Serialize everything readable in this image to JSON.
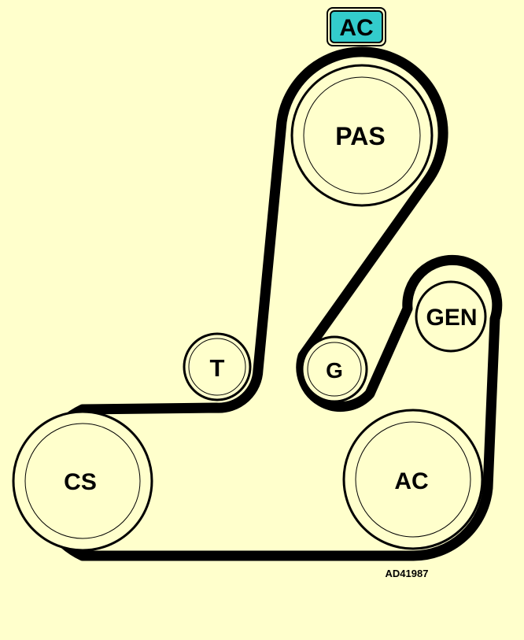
{
  "header_badge": {
    "label": "AC",
    "fill": "#33cccc"
  },
  "pulleys": {
    "pas": {
      "label": "PAS"
    },
    "gen": {
      "label": "GEN"
    },
    "tensioner": {
      "label": "T"
    },
    "idler": {
      "label": "G"
    },
    "crankshaft": {
      "label": "CS"
    },
    "ac": {
      "label": "AC"
    }
  },
  "reference_code": "AD41987",
  "colors": {
    "background": "#ffffcc",
    "belt": "#000000",
    "badge": "#33cccc"
  }
}
